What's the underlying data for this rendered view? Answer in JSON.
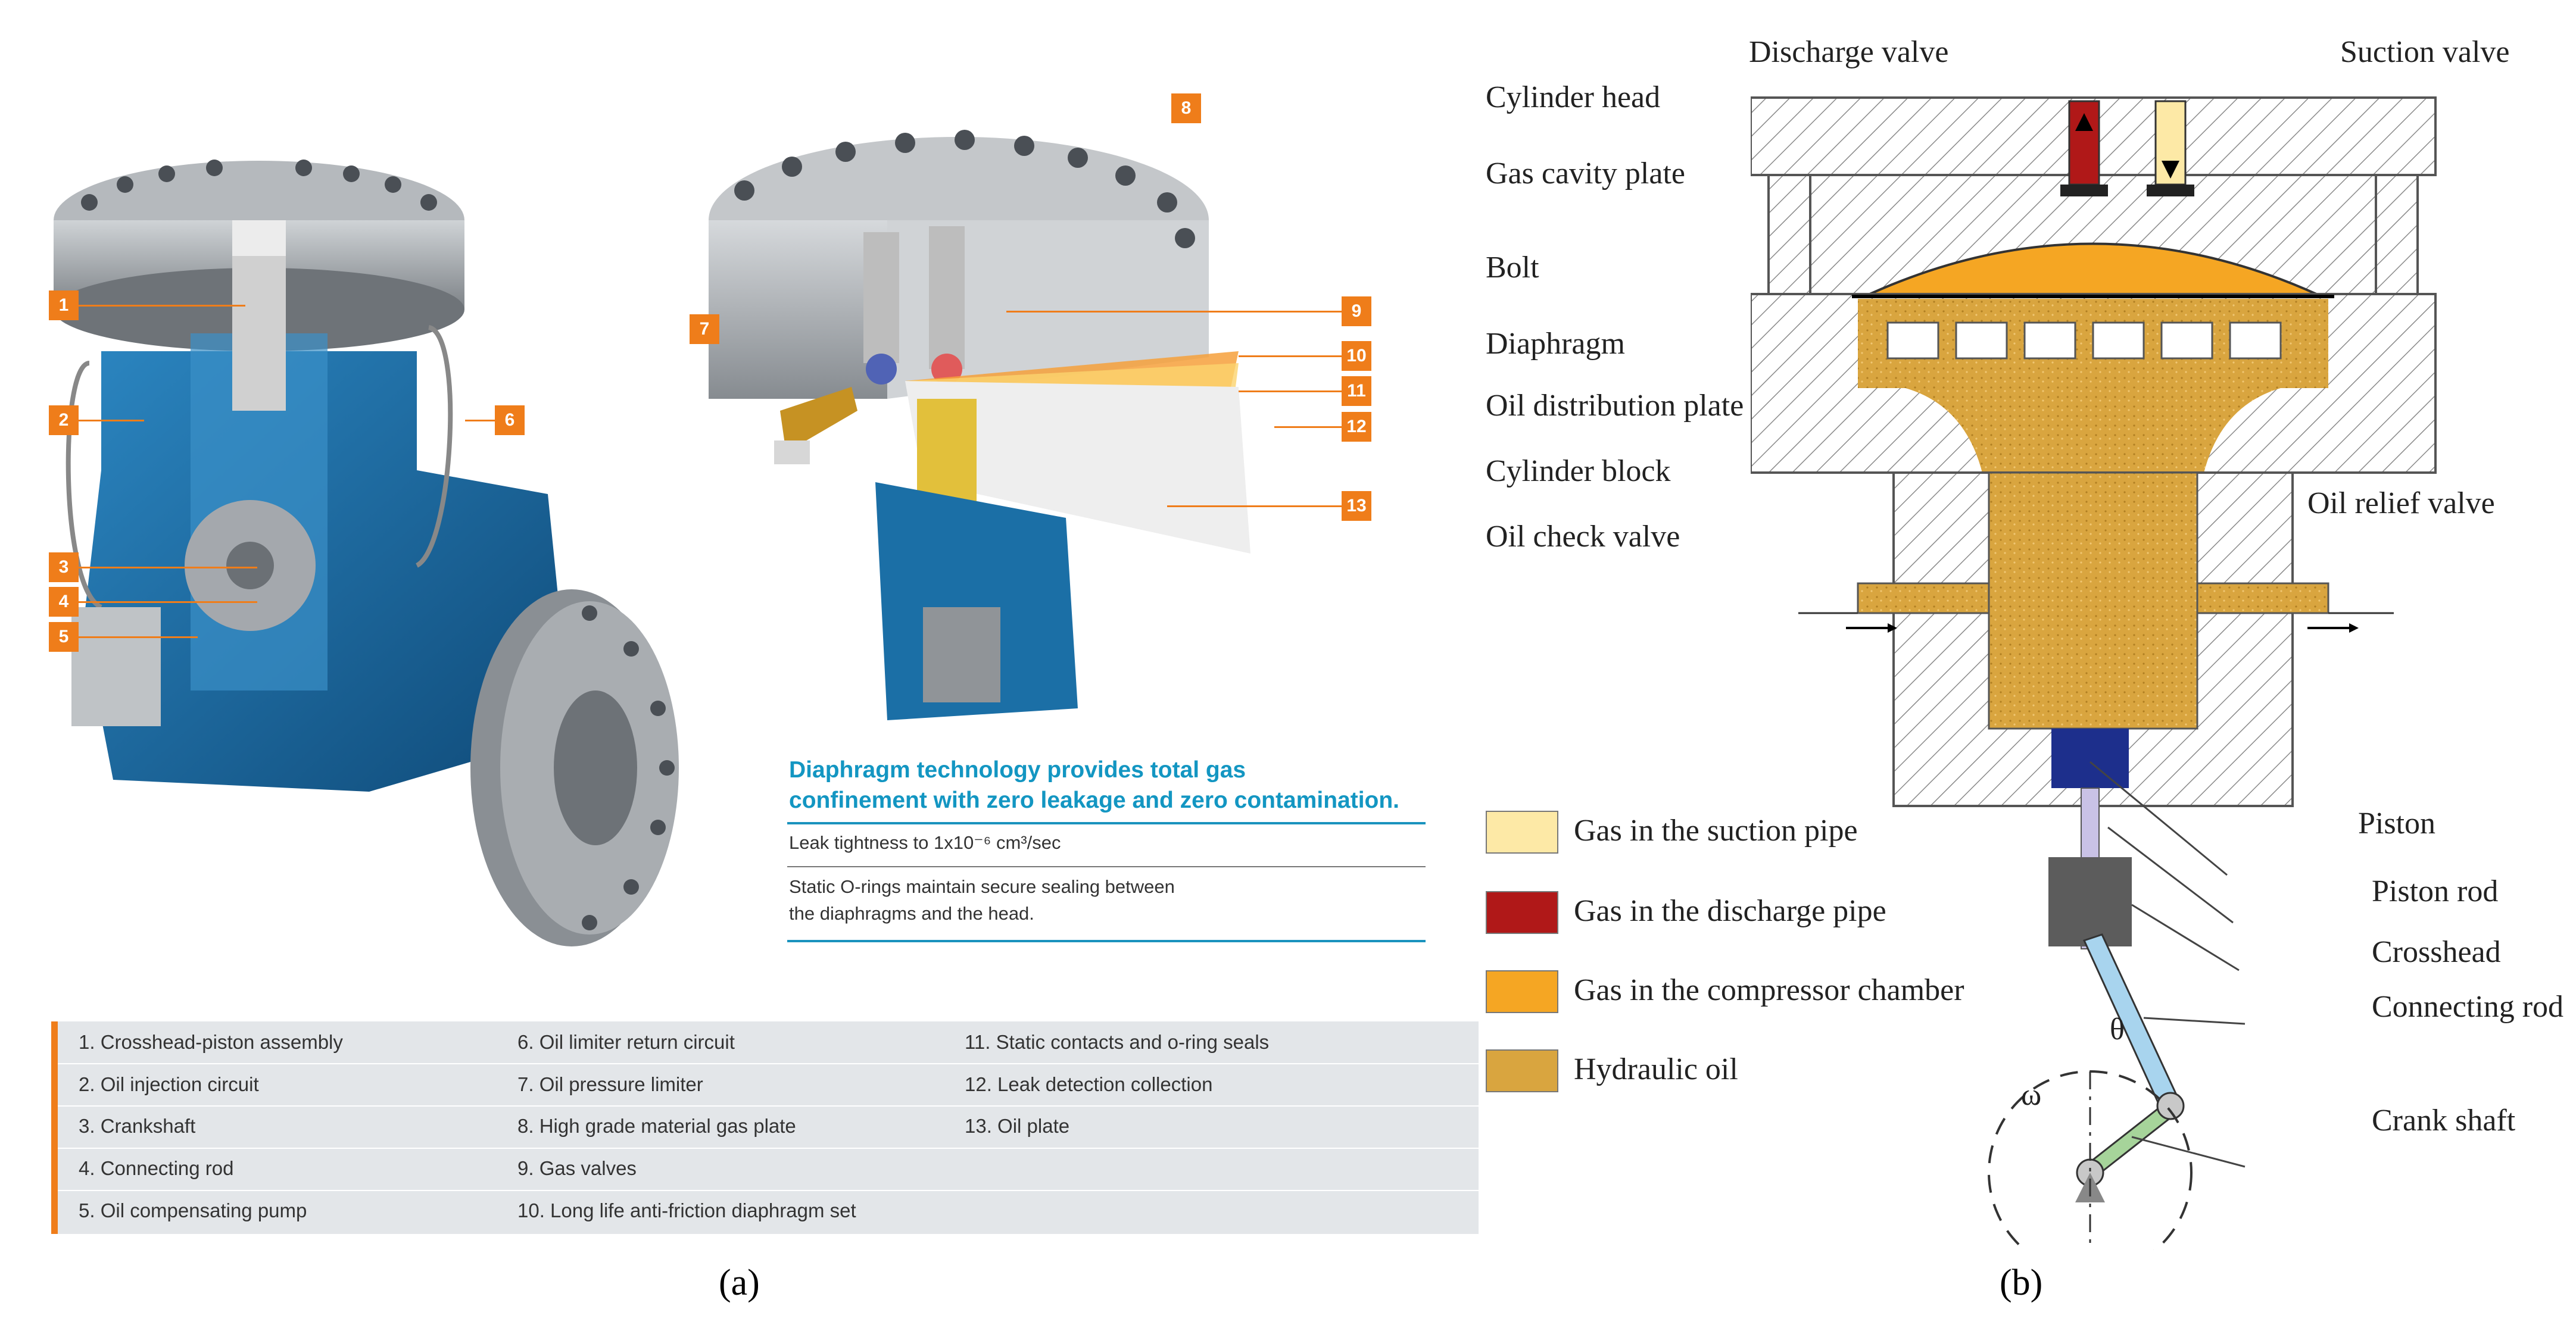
{
  "panel_a": {
    "caption_label": "(a)",
    "callouts": [
      "1",
      "2",
      "3",
      "4",
      "5",
      "6",
      "7",
      "8",
      "9",
      "10",
      "11",
      "12",
      "13"
    ],
    "headline": [
      "Diaphragm technology provides total gas",
      "confinement with zero leakage and zero contamination."
    ],
    "spec_1": "Leak tightness to 1x10⁻⁶ cm³/sec",
    "spec_2": [
      "Static O-rings maintain secure sealing between",
      "the diaphragms and the head."
    ],
    "legend": [
      "1. Crosshead-piston assembly",
      "2. Oil injection circuit",
      "3. Crankshaft",
      "4. Connecting rod",
      "5. Oil compensating pump",
      "6. Oil limiter return circuit",
      "7. Oil pressure limiter",
      "8. High grade material gas plate",
      "9. Gas valves",
      "10. Long life anti-friction diaphragm set",
      "11. Static contacts and o-ring seals",
      "12. Leak detection collection",
      "13. Oil plate"
    ],
    "colors": {
      "accent": "#ef7d1a",
      "blue_text": "#1396c2",
      "table_bg": "#e3e6e9",
      "machine_blue": "#1b6fa6",
      "steel": "#9ea3a7"
    }
  },
  "panel_b": {
    "caption_label": "(b)",
    "labels": {
      "cylinder_head": "Cylinder head",
      "gas_cavity_plate": "Gas cavity plate",
      "bolt": "Bolt",
      "diaphragm": "Diaphragm",
      "oil_distribution_plate": "Oil distribution plate",
      "cylinder_block": "Cylinder block",
      "oil_check_valve": "Oil check valve",
      "discharge_valve": "Discharge valve",
      "suction_valve": "Suction valve",
      "oil_relief_valve": "Oil relief valve",
      "piston": "Piston",
      "piston_rod": "Piston rod",
      "crosshead": "Crosshead",
      "connecting_rod": "Connecting rod",
      "crank_shaft": "Crank shaft",
      "theta": "θ",
      "omega": "ω"
    },
    "legend": [
      {
        "label": "Gas in the suction pipe",
        "color": "#fde9a6"
      },
      {
        "label": "Gas in the discharge pipe",
        "color": "#b01818"
      },
      {
        "label": "Gas in the compressor chamber",
        "color": "#f5a623"
      },
      {
        "label": "Hydraulic oil",
        "color": "#d9a53f"
      }
    ],
    "colors": {
      "hatch": "#8a8a8a",
      "piston": "#1d2f8c",
      "rod": "#a8d4ee",
      "crank": "#a6d49a",
      "crosshead": "#5c5c5c"
    }
  }
}
